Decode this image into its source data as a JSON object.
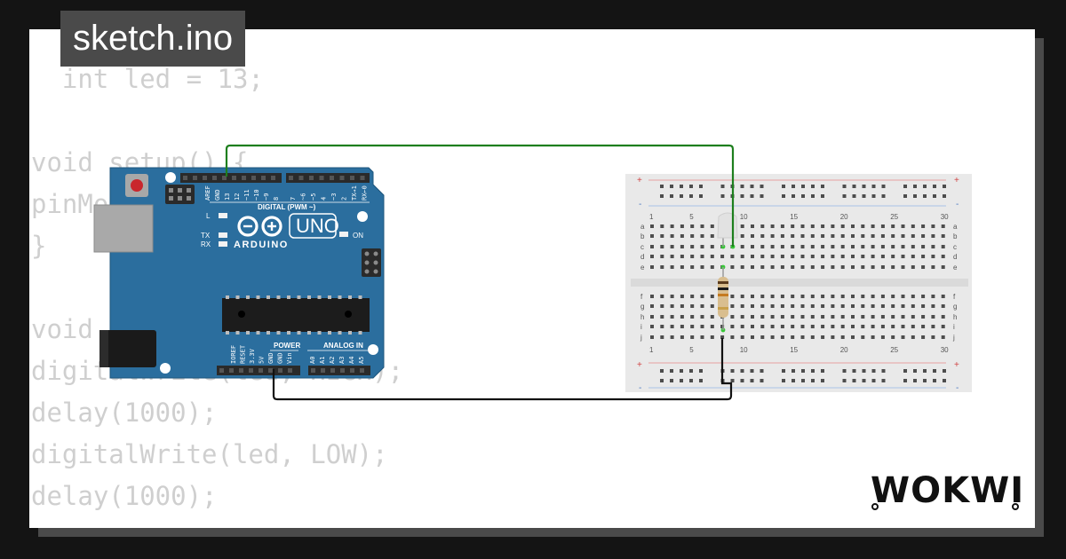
{
  "file_tab": {
    "label": "sketch.ino"
  },
  "code_lines": [
    "  int led = 13;",
    "",
    "void setup() {",
    "pinMode(led, OUTPUT);",
    "}",
    "",
    "void loop() {",
    "digitalWrite(led, HIGH);",
    "delay(1000);",
    "digitalWrite(led, LOW);",
    "delay(1000);"
  ],
  "arduino": {
    "model": "UNO",
    "brand": "ARDUINO",
    "digital_label": "DIGITAL (PWM ~)",
    "digital_pins": [
      "AREF",
      "GND",
      "13",
      "12",
      "~11",
      "~10",
      "~9",
      "8",
      "7",
      "~6",
      "~5",
      "4",
      "~3",
      "2",
      "TX→1",
      "RX←0"
    ],
    "power_label": "POWER",
    "power_pins": [
      "IOREF",
      "RESET",
      "3.3V",
      "5V",
      "GND",
      "GND",
      "Vin"
    ],
    "analog_label": "ANALOG IN",
    "analog_pins": [
      "A0",
      "A1",
      "A2",
      "A3",
      "A4",
      "A5"
    ],
    "led_labels": {
      "l": "L",
      "tx": "TX",
      "rx": "RX",
      "on": "ON"
    }
  },
  "breadboard": {
    "column_numbers": [
      "1",
      "5",
      "10",
      "15",
      "20",
      "25",
      "30"
    ],
    "top_rows": [
      "a",
      "b",
      "c",
      "d",
      "e"
    ],
    "bottom_rows": [
      "f",
      "g",
      "h",
      "i",
      "j"
    ],
    "plus": "+",
    "minus": "-"
  },
  "logo": {
    "text": "WOKWI"
  },
  "colors": {
    "board": "#2b6e9e",
    "wire_signal": "#1e7f1e",
    "wire_ground": "#111111",
    "code_text": "#cfcfcf",
    "tab_bg": "#4a4a4a"
  }
}
